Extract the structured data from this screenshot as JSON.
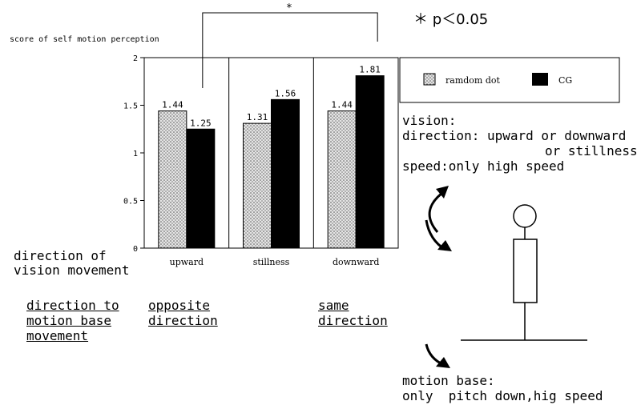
{
  "significance": {
    "star": "*",
    "note": "＊ p＜0.05"
  },
  "chart_data": {
    "type": "bar",
    "ylabel": "score of self motion perception",
    "categories": [
      "upward",
      "stillness",
      "downward"
    ],
    "ylim": [
      0,
      2
    ],
    "yticks": [
      "0",
      "0.5",
      "1",
      "1.5",
      "2"
    ],
    "grid": "vertical dividers between categories",
    "legend_placement": "right",
    "series": [
      {
        "name": "ramdom dot",
        "values": [
          1.44,
          1.31,
          1.44
        ],
        "labels": [
          "1.44",
          "1.31",
          "1.44"
        ],
        "fill": "#c8c8c8"
      },
      {
        "name": "CG",
        "values": [
          1.25,
          1.56,
          1.81
        ],
        "labels": [
          "1.25",
          "1.56",
          "1.81"
        ],
        "fill": "#000000"
      }
    ]
  },
  "notes": {
    "vision_dir_line1": "direction of",
    "vision_dir_line2": "vision movement",
    "base_dir_line1": "direction to",
    "base_dir_line2": "motion base",
    "base_dir_line3": "movement",
    "opposite_line1": "opposite",
    "opposite_line2": "direction",
    "same_line1": "same",
    "same_line2": "direction"
  },
  "vision": {
    "line1": "vision:",
    "line2": "direction: upward or downward",
    "line3": "or stillness",
    "line4": "speed:only high speed"
  },
  "motion_base": {
    "line1": "motion base:",
    "line2": "only  pitch down,hig speed"
  }
}
